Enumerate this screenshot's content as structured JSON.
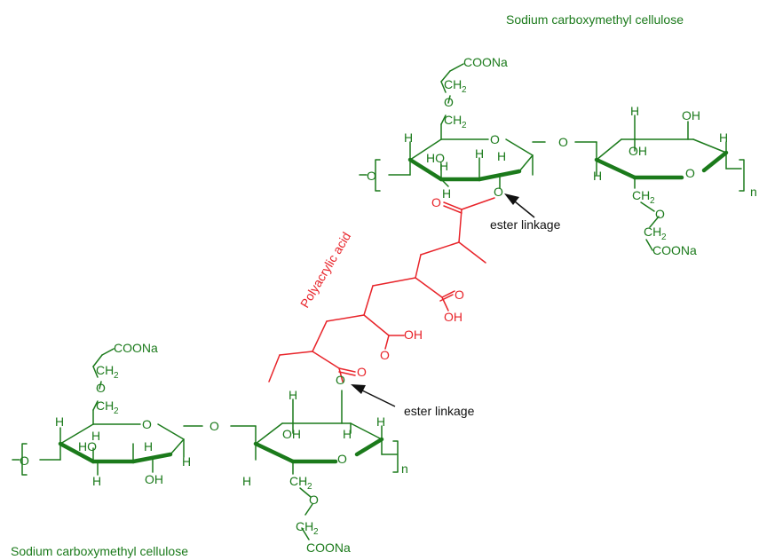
{
  "colors": {
    "cellulose": "#1b7a1b",
    "polymer": "#e8242a",
    "annotation": "#111111",
    "background": "#ffffff"
  },
  "labels": {
    "cmc_top": "Sodium carboxymethyl cellulose",
    "cmc_bottom": "Sodium carboxymethyl cellulose",
    "polymer": "Polyacrylic acid",
    "ester_top": "ester linkage",
    "ester_bottom": "ester linkage"
  },
  "atoms": {
    "COONa": "COONa",
    "CH": "CH",
    "sub2": "2",
    "O": "O",
    "H": "H",
    "HO": "HO",
    "OH": "OH",
    "n": "n"
  }
}
